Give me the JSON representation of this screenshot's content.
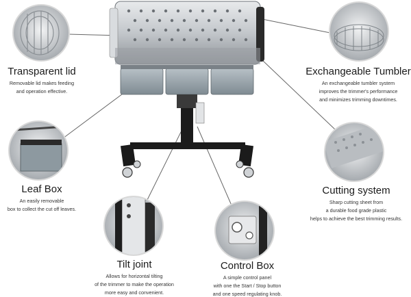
{
  "features": {
    "transparent_lid": {
      "title": "Transparent lid",
      "desc_1": "Removable lid makes feeding",
      "desc_2": "and operation effective."
    },
    "exchangeable_tumbler": {
      "title": "Exchangeable Tumbler",
      "desc_1": "An exchangeable tumbler system",
      "desc_2": "improves the trimmer's performance",
      "desc_3": "and minimizes trimming downtimes."
    },
    "leaf_box": {
      "title": "Leaf Box",
      "desc_1": "An easily removable",
      "desc_2": "box to collect the cut off leaves."
    },
    "cutting_system": {
      "title": "Cutting system",
      "desc_1": "Sharp cutting sheet from",
      "desc_2": "a durable food grade plastic",
      "desc_3": "helps to achieve the best trimming results."
    },
    "tilt_joint": {
      "title": "Tilt joint",
      "desc_1": "Allows for horizontal tilting",
      "desc_2": "of the trimmer to make the operation",
      "desc_3": "more easy and convenient."
    },
    "control_box": {
      "title": "Control Box",
      "desc_1": "A simple control panel",
      "desc_2": "with one the  Start / Stop button",
      "desc_3": "and one speed regulating knob."
    }
  },
  "colors": {
    "steel": "#c9ccd0",
    "frame": "#1b1b1b",
    "bin": "#9aa6ad",
    "line": "#666666"
  }
}
